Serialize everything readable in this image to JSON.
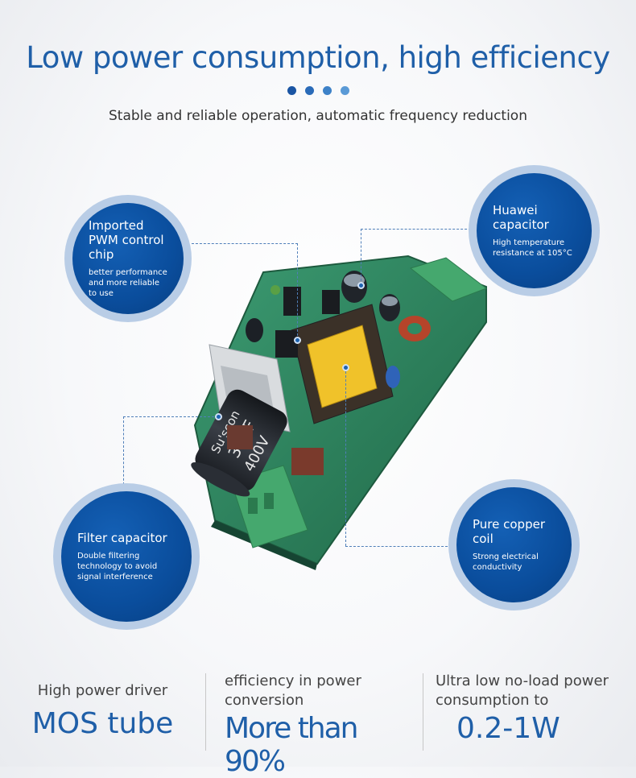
{
  "header": {
    "title": "Low power consumption, high efficiency",
    "subtitle": "Stable and reliable operation, automatic frequency reduction",
    "dot_colors": [
      "#1a55a3",
      "#2a6bb8",
      "#3d82c8",
      "#5a9ad6"
    ]
  },
  "callouts": {
    "pwm": {
      "title": "Imported PWM control chip",
      "desc": "better performance and more reliable to use"
    },
    "huawei": {
      "title": "Huawei capacitor",
      "desc": "High temperature resistance at 105°C"
    },
    "filter": {
      "title": "Filter capacitor",
      "desc": "Double filtering technology to avoid signal interference"
    },
    "copper": {
      "title": "Pure copper coil",
      "desc": "Strong electrical conductivity"
    }
  },
  "board_labels": {
    "capacitor_brand": "Su'scon",
    "capacitor_value": "33uF",
    "capacitor_voltage": "400V"
  },
  "footer": {
    "col1": {
      "caption": "High power driver",
      "value": "MOS tube"
    },
    "col2": {
      "caption": "efficiency in power conversion",
      "value": "More than 90%"
    },
    "col3": {
      "caption": "Ultra low no-load power consumption to",
      "value": "0.2-1W"
    }
  },
  "colors": {
    "accent": "#1f5fa8",
    "bubble": "#0a4d9c",
    "ring": "#b9cde6",
    "pcb": "#2f8a63"
  }
}
